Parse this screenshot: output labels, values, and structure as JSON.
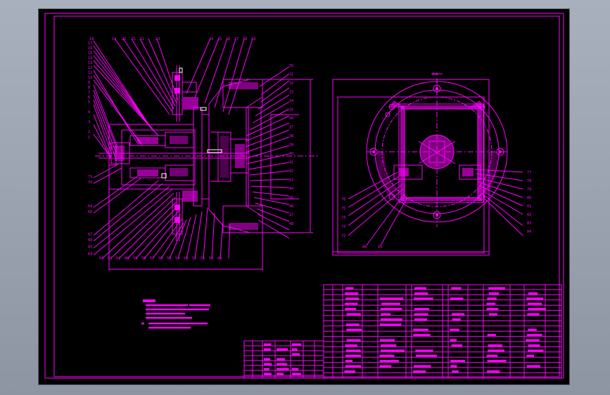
{
  "colors": {
    "background_outer": "#a0a7b4",
    "canvas": "#000000",
    "line": "#ff00ff",
    "highlight": "#ffffff"
  },
  "view": {
    "left_balloons_top": [
      "18",
      "19",
      "20",
      "21",
      "22",
      "23",
      "24",
      "25",
      "26",
      "27",
      "28",
      "29"
    ],
    "left_balloons_left": [
      "17",
      "16",
      "15",
      "14",
      "13",
      "12",
      "11",
      "10",
      "9",
      "8",
      "7",
      "6",
      "5",
      "4",
      "3",
      "2",
      "1"
    ],
    "left_balloons_right": [
      "30",
      "31",
      "32",
      "33",
      "34",
      "35",
      "36",
      "37",
      "38",
      "39",
      "40",
      "41",
      "42",
      "43",
      "44",
      "45",
      "46",
      "47",
      "48"
    ],
    "left_balloons_bottom": [
      "63",
      "62",
      "61",
      "60",
      "59",
      "58",
      "57",
      "56",
      "55",
      "54",
      "53",
      "52",
      "51",
      "50",
      "49"
    ],
    "left_balloons_lower_left": [
      "71",
      "70",
      "69",
      "68",
      "67",
      "66",
      "65",
      "64"
    ],
    "right_balloons_left": [
      "76",
      "75",
      "74",
      "73",
      "72"
    ],
    "right_balloons_right": [
      "77",
      "78",
      "79",
      "80",
      "81",
      "82",
      "83",
      "84"
    ],
    "right_balloons_bottom": [
      "86",
      "85"
    ],
    "section_marker": "A-A"
  }
}
